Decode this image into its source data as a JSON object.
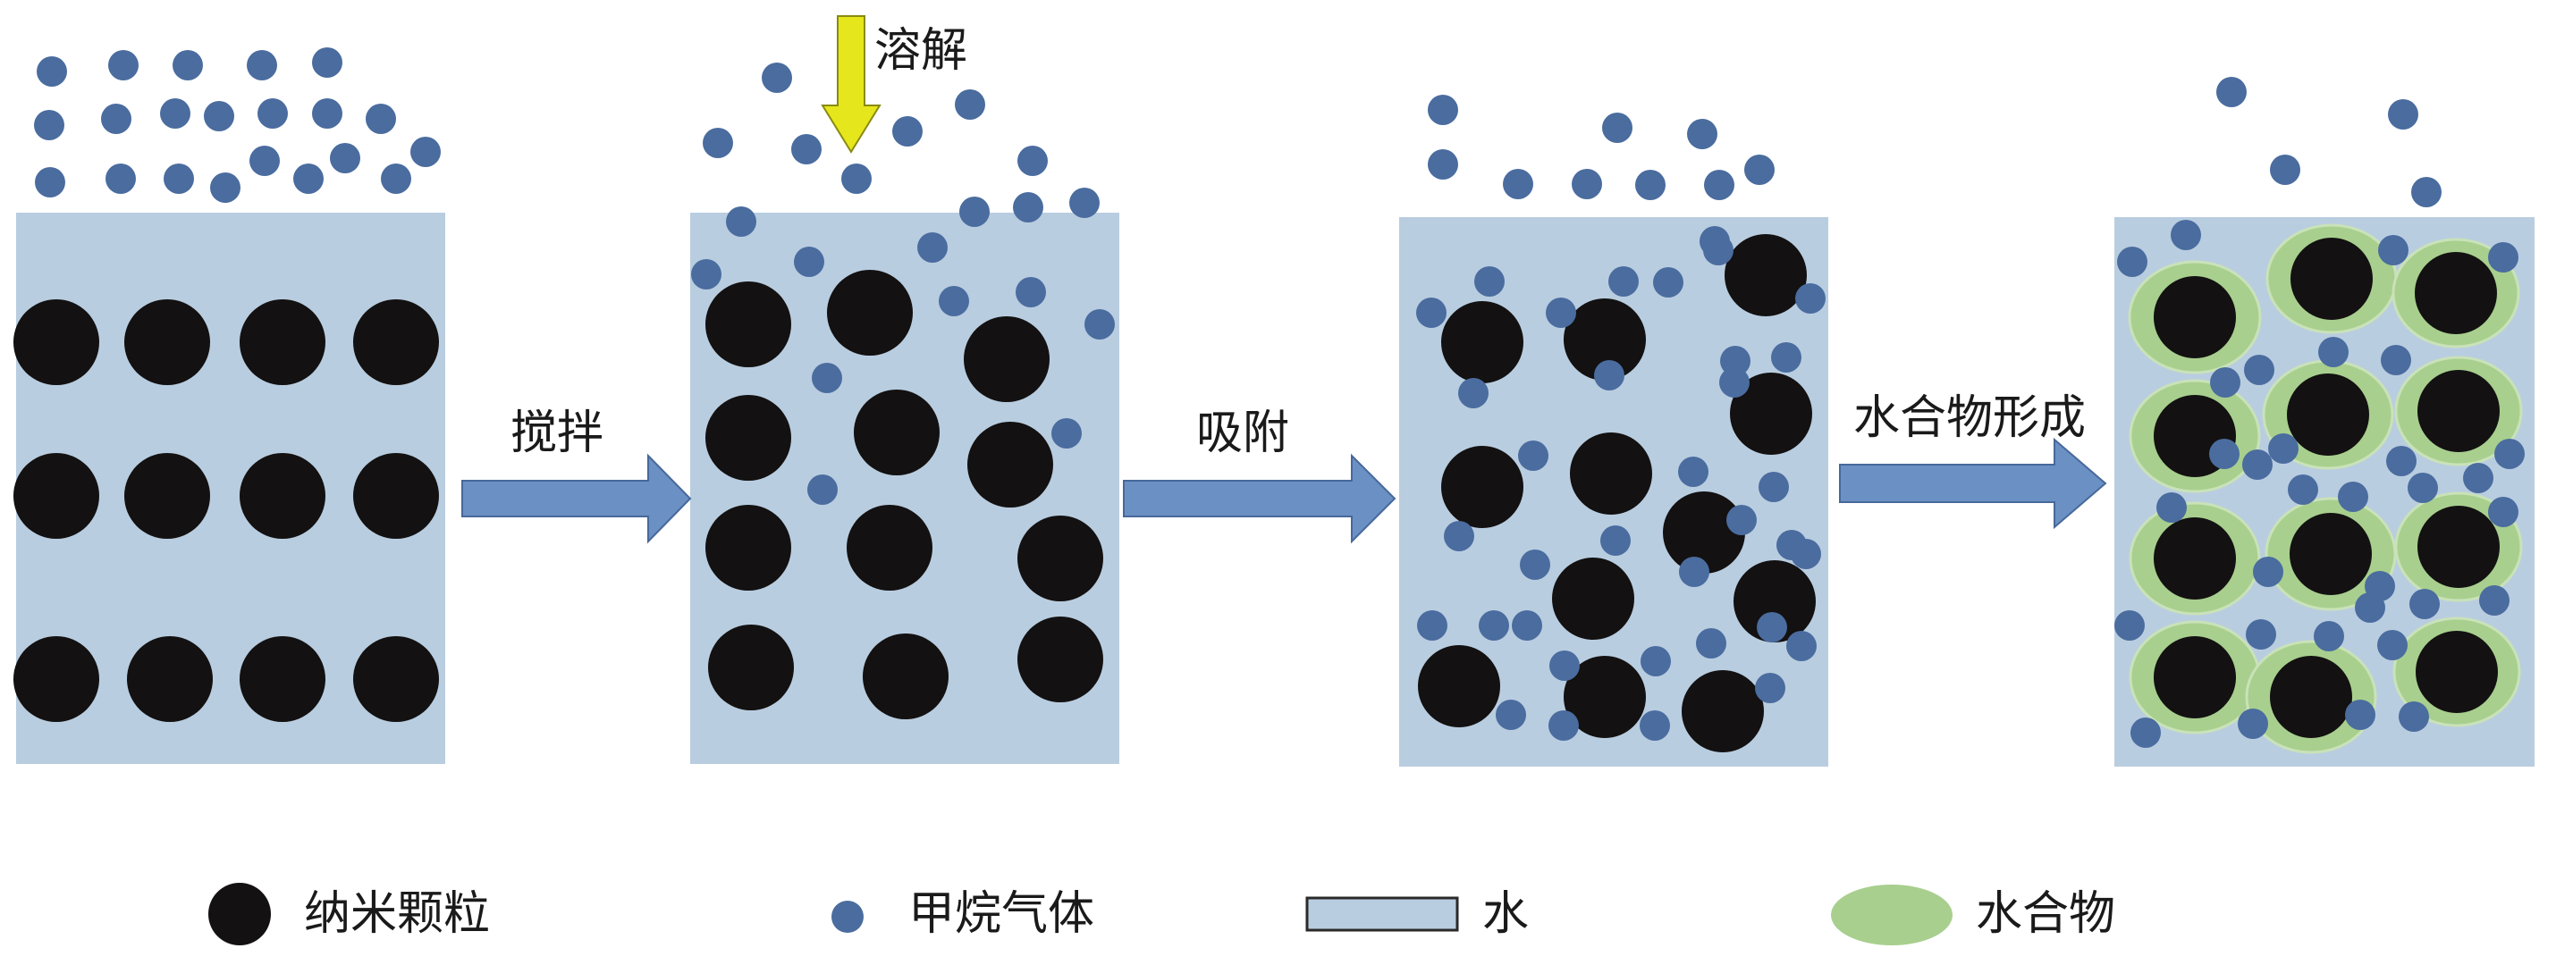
{
  "colors": {
    "water": "#b9cde0",
    "particle": "#131111",
    "gas": "#4a6c9f",
    "hydrate": "#a8cf8e",
    "arrow": "#6b90c4",
    "arrow_stroke": "#47689a",
    "dissolve_arrow": "#e6e61c",
    "dissolve_arrow_stroke": "#8a8a10"
  },
  "steps": [
    {
      "label": "搅拌"
    },
    {
      "label": "吸附"
    },
    {
      "label": "水合物形成"
    }
  ],
  "dissolve_label": "溶解",
  "legend": [
    {
      "symbol": "particle",
      "label": "纳米颗粒"
    },
    {
      "symbol": "gas",
      "label": "甲烷气体"
    },
    {
      "symbol": "water",
      "label": "水"
    },
    {
      "symbol": "hydrate",
      "label": "水合物"
    }
  ]
}
